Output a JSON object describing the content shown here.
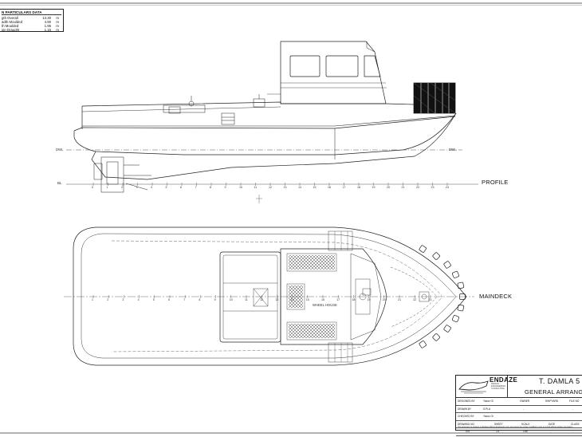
{
  "particulars": {
    "title": "N PARTICULARS DATA",
    "rows": [
      {
        "label": "gth Overall",
        "value": "13.30",
        "unit": "m"
      },
      {
        "label": "adth Moulded",
        "value": "4.90",
        "unit": "m"
      },
      {
        "label": "th Moulded",
        "value": "1.95",
        "unit": "m"
      },
      {
        "label": "ign Draught",
        "value": "1.15",
        "unit": "m"
      }
    ]
  },
  "views": {
    "profile": "PROFILE",
    "maindeck": "MAINDECK",
    "dwl_left": "DWL",
    "dwl_right": "DWL",
    "bl": "BL",
    "wheel_house": "WHEEL HOUSE",
    "frame_numbers_profile": [
      "0",
      "1",
      "2",
      "3",
      "4",
      "5",
      "6",
      "7",
      "8",
      "9",
      "10",
      "11",
      "12",
      "13",
      "14",
      "15",
      "16",
      "17",
      "18",
      "19",
      "20",
      "21",
      "22",
      "23",
      "24"
    ],
    "frame_numbers_deck": [
      "1",
      "2",
      "3",
      "4",
      "5",
      "6",
      "7",
      "8",
      "9",
      "10",
      "11",
      "12",
      "13",
      "14",
      "15",
      "16",
      "17",
      "18",
      "19",
      "20",
      "21",
      "22",
      "23"
    ]
  },
  "title_block": {
    "company": "ENDAZE",
    "company_sub": [
      "DESIGN",
      "ENGINEERING",
      "CONSULTING"
    ],
    "vessel": "T. DAMLA 5",
    "drawing": "GENERAL ARRANGEMENT",
    "rows": [
      {
        "a": "DESIGNED BY",
        "b": "Yavuz Ol",
        "c": "OWNER",
        "d": "SHIPYARD",
        "e": "FILE NO"
      },
      {
        "a": "DRAWN BY",
        "b": "S.PLA",
        "c": "-",
        "d": "-",
        "e": "-"
      },
      {
        "a": "CHECKED BY",
        "b": "Yavuz Ol",
        "c": "",
        "d": "",
        "e": ""
      },
      {
        "a": "DRAWING NO",
        "b": "SHEET",
        "c": "SCALE",
        "d": "DATE",
        "e": "CLASS"
      },
      {
        "a": "001",
        "b": "1/1",
        "c": "1/50",
        "d": "-",
        "e": "-"
      }
    ],
    "note": "This document is property of Endaze Marine Engineering Ltd. and cannot be copied, modified or lent to a third without written permission."
  }
}
